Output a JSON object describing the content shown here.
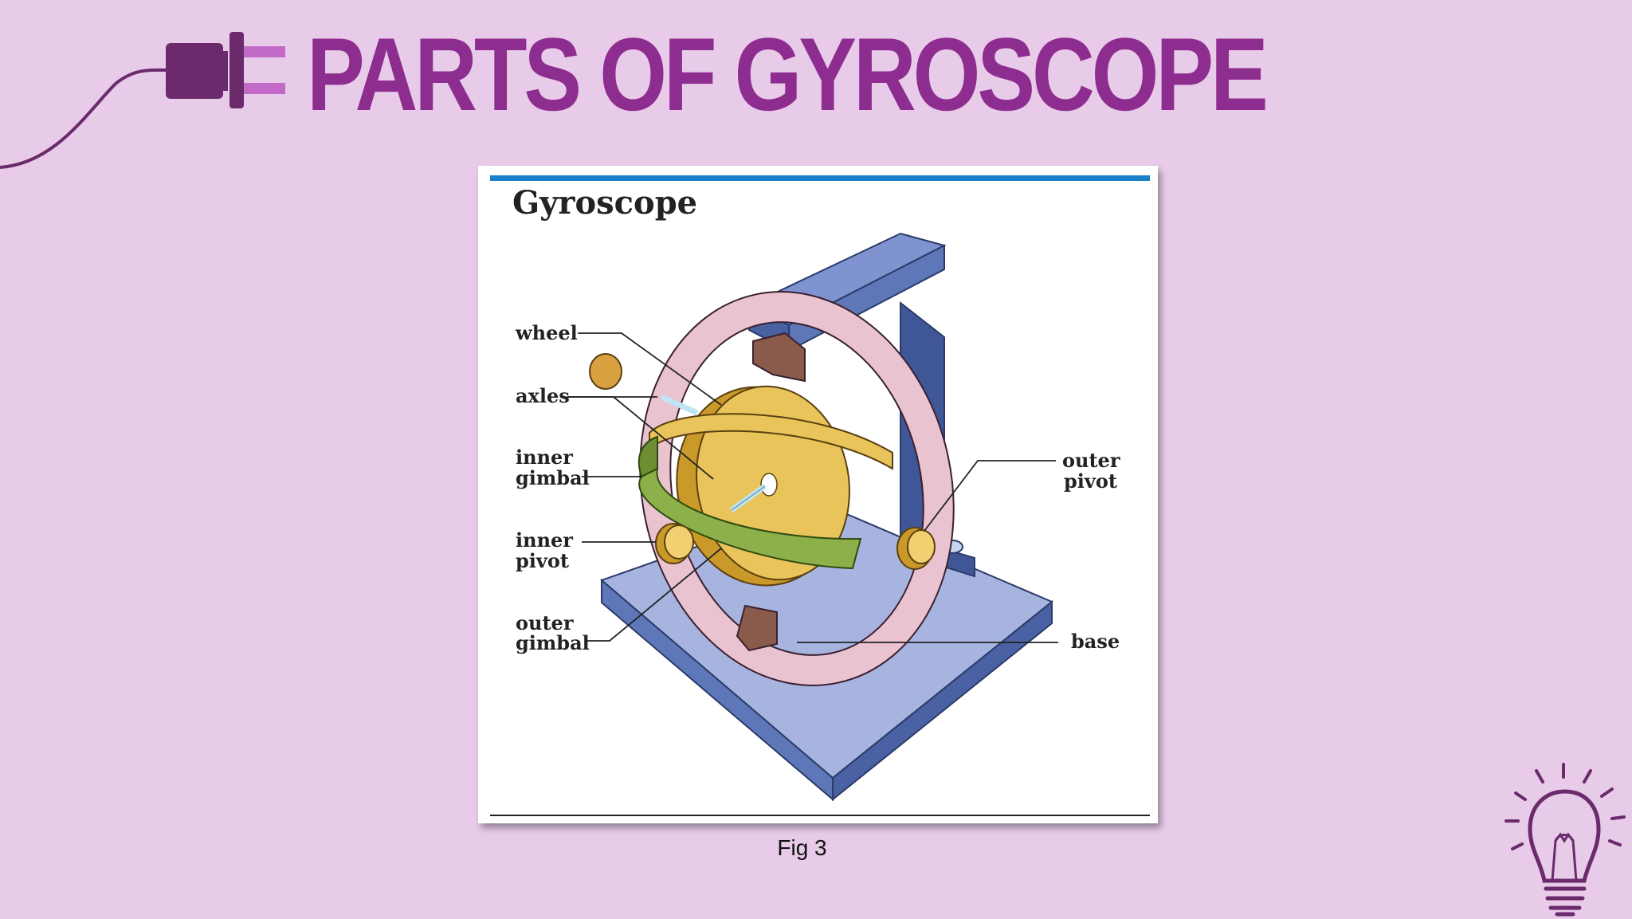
{
  "slide": {
    "title": "PARTS OF GYROSCOPE",
    "caption": "Fig 3"
  },
  "diagram": {
    "title": "Gyroscope",
    "labels": {
      "wheel": "wheel",
      "axles": "axles",
      "inner_gimbal": [
        "inner",
        "gimbal"
      ],
      "inner_pivot": [
        "inner",
        "pivot"
      ],
      "outer_gimbal": [
        "outer",
        "gimbal"
      ],
      "outer_pivot": [
        "outer",
        "pivot"
      ],
      "base": "base"
    }
  },
  "icons": {
    "plug": "plug-icon",
    "bulb": "lightbulb-icon"
  },
  "colors": {
    "background": "#e8cbe8",
    "title": "#8e2d90",
    "plug": "#6a2a6c",
    "plug_prongs": "#c36ac8",
    "rule": "#1a7fc8",
    "stand": "#5e77b8",
    "base": "#a8b4e0",
    "wheel": "#e8c45a",
    "inner_gimbal": "#8cb04a",
    "outer_gimbal": "#e9c3d0"
  }
}
